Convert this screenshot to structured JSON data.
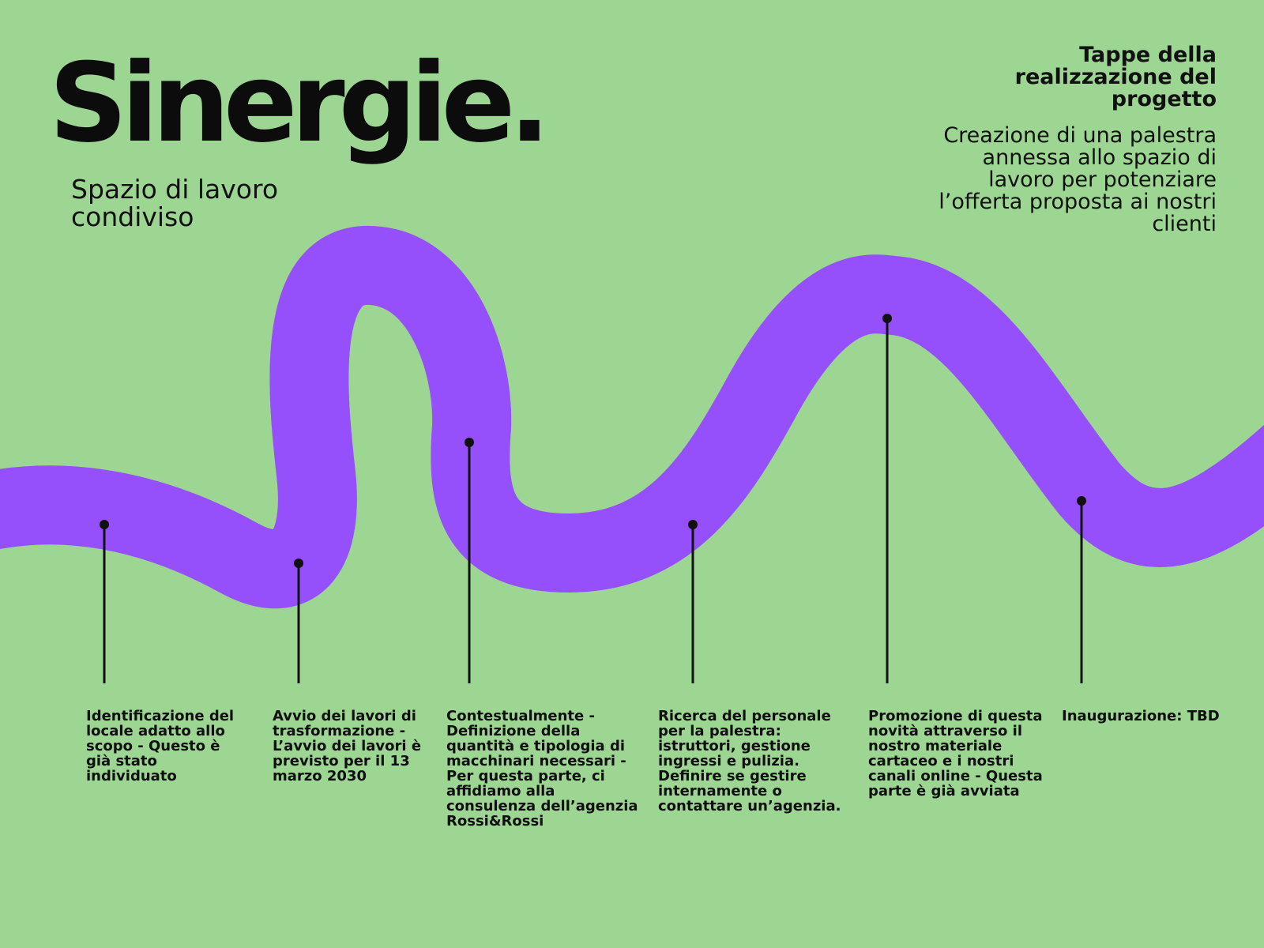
{
  "header": {
    "title": "Sinergie.",
    "subtitle": "Spazio di lavoro condiviso"
  },
  "summary": {
    "heading": "Tappe della realizzazione del progetto",
    "description": "Creazione di una palestra annessa allo spazio di lavoro per potenziare l’offerta proposta ai nostri clienti"
  },
  "colors": {
    "background": "#9dd593",
    "ribbon": "#9650fb",
    "text": "#111111"
  },
  "milestones": [
    {
      "text": "Identificazione del locale adatto allo scopo - Questo è già stato individuato"
    },
    {
      "text": "Avvio dei lavori di trasformazione - L’avvio dei lavori è previsto per il 13 marzo 2030"
    },
    {
      "text": "Contestualmente - Definizione della quantità e tipologia di macchinari necessari - Per questa parte, ci affidiamo alla consulenza dell’agenzia Rossi&Rossi"
    },
    {
      "text": "Ricerca del personale per la palestra: istruttori, gestione ingressi e pulizia. Definire se gestire internamente o contattare un’agenzia."
    },
    {
      "text": "Promozione di questa novità attraverso il nostro materiale cartaceo e i nostri canali online - Questa parte è già avviata"
    },
    {
      "text": "Inaugurazione: TBD"
    }
  ]
}
